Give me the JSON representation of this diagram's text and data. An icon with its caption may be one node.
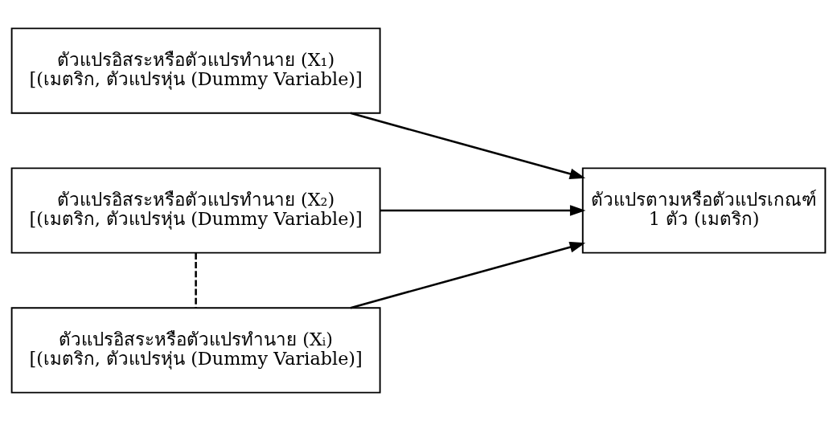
{
  "diagram": {
    "nodes": [
      {
        "text": [
          "ตัวแปรอิสระหรือตัวแปรทำนาย (X₁)",
          "[(เมตริก, ตัวแปรหุ่น (Dummy Variable)]"
        ]
      },
      {
        "text": [
          "ตัวแปรอิสระหรือตัวแปรทำนาย (X₂)",
          "[(เมตริก, ตัวแปรหุ่น (Dummy Variable)]"
        ]
      },
      {
        "text": [
          "ตัวแปรอิสระหรือตัวแปรทำนาย (Xᵢ)",
          "[(เมตริก, ตัวแปรหุ่น (Dummy Variable)]"
        ]
      },
      {
        "text": [
          "ตัวแปรตามหรือตัวแปรเกณฑ์",
          "1 ตัว (เมตริก)"
        ]
      }
    ],
    "edges": [
      {
        "from": 0,
        "to": 3,
        "arrow": "to"
      },
      {
        "from": 1,
        "to": 3,
        "arrow": "to"
      },
      {
        "from": 2,
        "to": 3,
        "arrow": "to"
      },
      {
        "from": 1,
        "to": 2,
        "arrow": "none",
        "style": "dashed"
      }
    ]
  }
}
